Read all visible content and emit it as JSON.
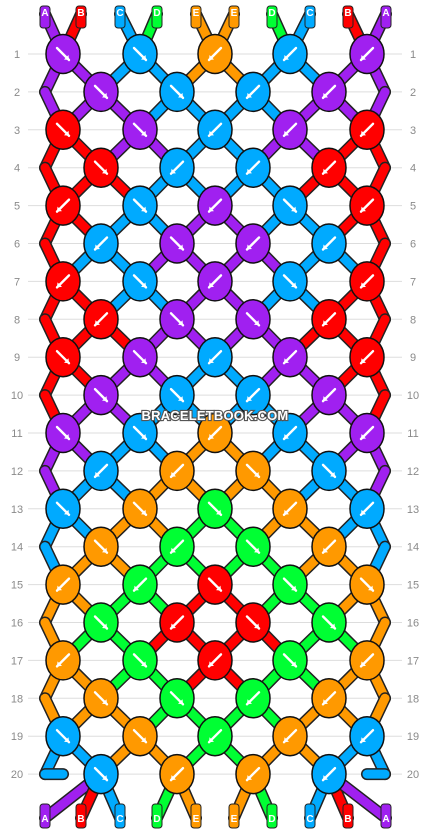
{
  "watermark": "BRACELETBOOK.COM",
  "strands": [
    "A",
    "B",
    "C",
    "D",
    "E",
    "E",
    "D",
    "C",
    "B",
    "A"
  ],
  "colors": {
    "A": "#a020f0",
    "B": "#ff0000",
    "C": "#00aaff",
    "D": "#00ff33",
    "E": "#ff9900"
  },
  "rows": [
    [
      "A",
      "C",
      "E",
      "C",
      "A"
    ],
    [
      "A",
      "C",
      "C",
      "A"
    ],
    [
      "B",
      "A",
      "C",
      "A",
      "B"
    ],
    [
      "B",
      "C",
      "C",
      "B"
    ],
    [
      "B",
      "C",
      "A",
      "C",
      "B"
    ],
    [
      "C",
      "A",
      "A",
      "C"
    ],
    [
      "B",
      "C",
      "A",
      "C",
      "B"
    ],
    [
      "B",
      "A",
      "A",
      "B"
    ],
    [
      "B",
      "A",
      "C",
      "A",
      "B"
    ],
    [
      "A",
      "C",
      "C",
      "A"
    ],
    [
      "A",
      "C",
      "E",
      "C",
      "A"
    ],
    [
      "C",
      "E",
      "E",
      "C"
    ],
    [
      "C",
      "E",
      "D",
      "E",
      "C"
    ],
    [
      "E",
      "D",
      "D",
      "E"
    ],
    [
      "E",
      "D",
      "B",
      "D",
      "E"
    ],
    [
      "D",
      "B",
      "B",
      "D"
    ],
    [
      "E",
      "D",
      "B",
      "D",
      "E"
    ],
    [
      "E",
      "D",
      "D",
      "E"
    ],
    [
      "C",
      "E",
      "D",
      "E",
      "C"
    ],
    [
      "C",
      "E",
      "E",
      "C"
    ]
  ],
  "arrows": [
    [
      "dr",
      "dr",
      "dl",
      "dl",
      "dl"
    ],
    [
      "dr",
      "dr",
      "dl",
      "dl"
    ],
    [
      "dr",
      "dr",
      "dl",
      "dl",
      "dl"
    ],
    [
      "dr",
      "dl",
      "dl",
      "dl"
    ],
    [
      "dl",
      "dr",
      "dl",
      "dr",
      "dl"
    ],
    [
      "dl",
      "dr",
      "dl",
      "dl"
    ],
    [
      "dl",
      "dr",
      "dl",
      "dr",
      "dl"
    ],
    [
      "dl",
      "dr",
      "dr",
      "dl"
    ],
    [
      "dr",
      "dr",
      "dl",
      "dl",
      "dl"
    ],
    [
      "dr",
      "dr",
      "dl",
      "dl"
    ],
    [
      "dr",
      "dr",
      "dl",
      "dl",
      "dl"
    ],
    [
      "dl",
      "dl",
      "dr",
      "dr"
    ],
    [
      "dr",
      "dr",
      "dr",
      "dl",
      "dl"
    ],
    [
      "dr",
      "dl",
      "dr",
      "dl"
    ],
    [
      "dl",
      "dl",
      "dr",
      "dr",
      "dr"
    ],
    [
      "dr",
      "dl",
      "dr",
      "dr"
    ],
    [
      "dl",
      "dr",
      "dl",
      "dr",
      "dl"
    ],
    [
      "dr",
      "dr",
      "dl",
      "dl"
    ],
    [
      "dr",
      "dr",
      "dl",
      "dl",
      "dl"
    ],
    [
      "dr",
      "dl",
      "dl",
      "dl"
    ]
  ]
}
